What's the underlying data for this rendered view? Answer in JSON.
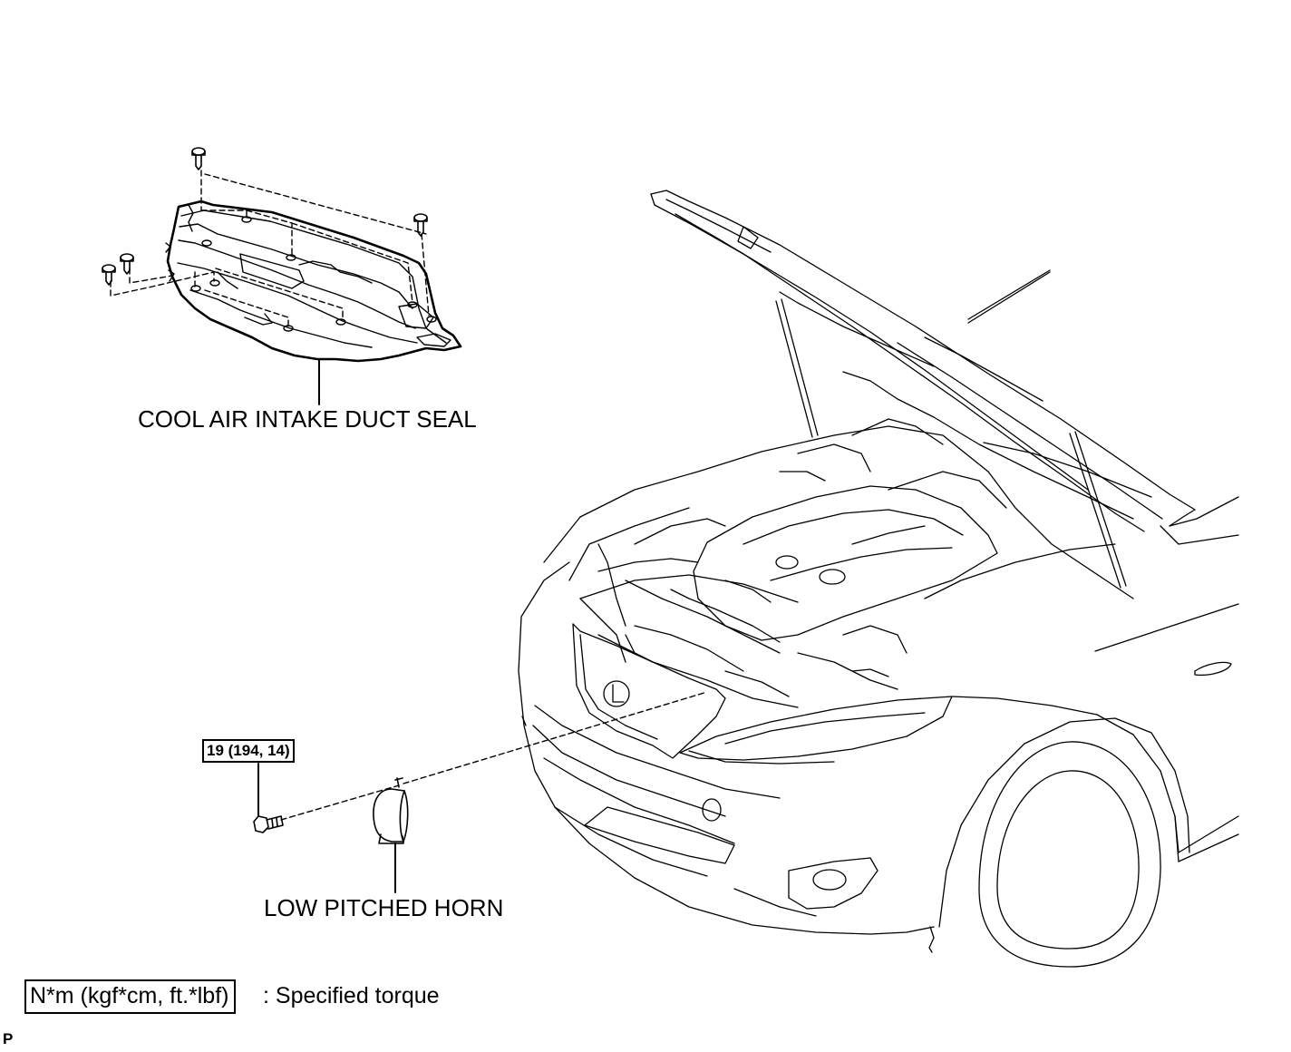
{
  "labels": {
    "seal": "COOL AIR INTAKE DUCT SEAL",
    "horn": "LOW PITCHED HORN",
    "torque": "19 (194, 14)"
  },
  "legend": {
    "box": "N*m (kgf*cm, ft.*lbf)",
    "text": ": Specified torque"
  },
  "corner_code": "P",
  "icons": [
    "clip-icon",
    "bolt-icon",
    "horn-icon"
  ],
  "colors": {
    "ink": "#000000",
    "paper": "#ffffff"
  }
}
